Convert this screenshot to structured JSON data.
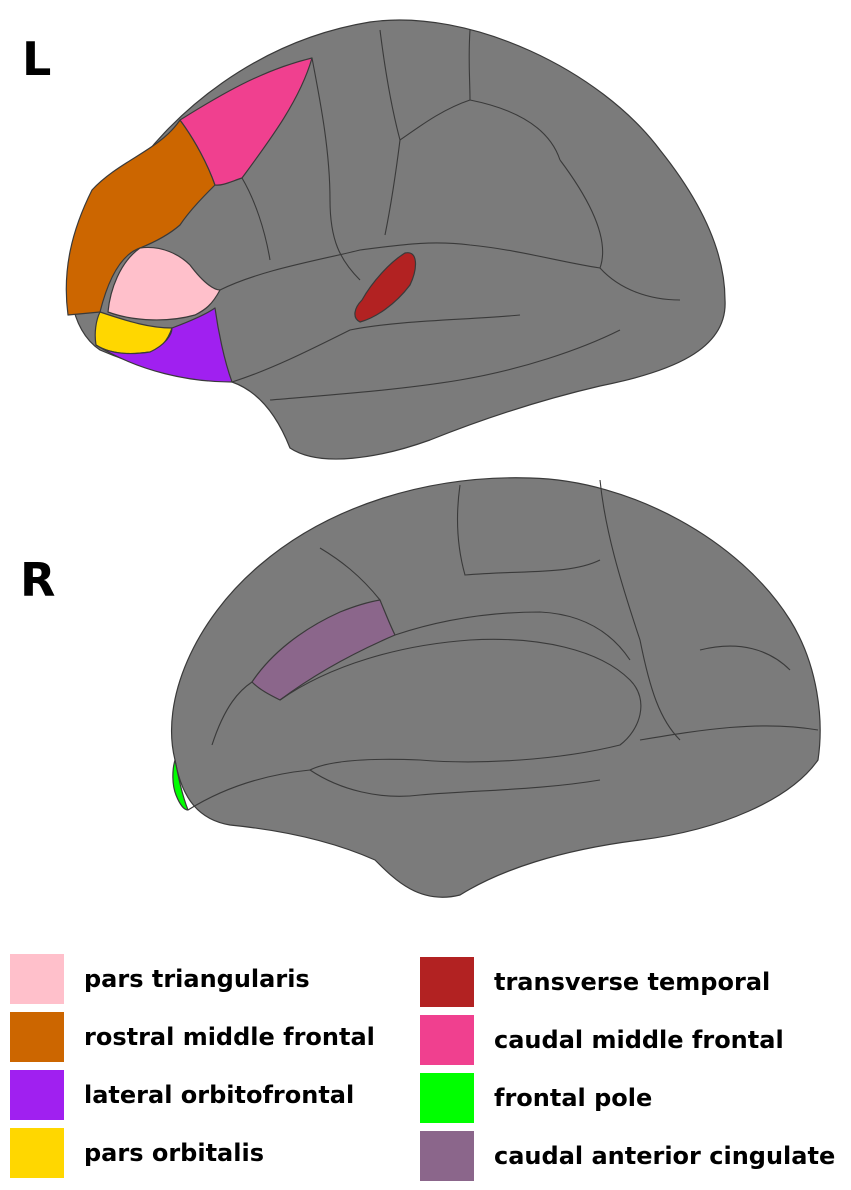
{
  "hemispheres": {
    "left": {
      "label": "L"
    },
    "right": {
      "label": "R"
    }
  },
  "colors": {
    "cortex": "#7b7b7b",
    "outline": "#3a3a3a"
  },
  "legend": [
    {
      "label": "pars triangularis",
      "color": "#ffc0cb"
    },
    {
      "label": "rostral middle frontal",
      "color": "#cc6600"
    },
    {
      "label": "lateral orbitofrontal",
      "color": "#a020f0"
    },
    {
      "label": "pars orbitalis",
      "color": "#ffd700"
    },
    {
      "label": "transverse temporal",
      "color": "#b22222"
    },
    {
      "label": "caudal middle frontal",
      "color": "#f0408f"
    },
    {
      "label": "frontal pole",
      "color": "#00ff00"
    },
    {
      "label": "caudal anterior cingulate",
      "color": "#8b668b"
    }
  ]
}
